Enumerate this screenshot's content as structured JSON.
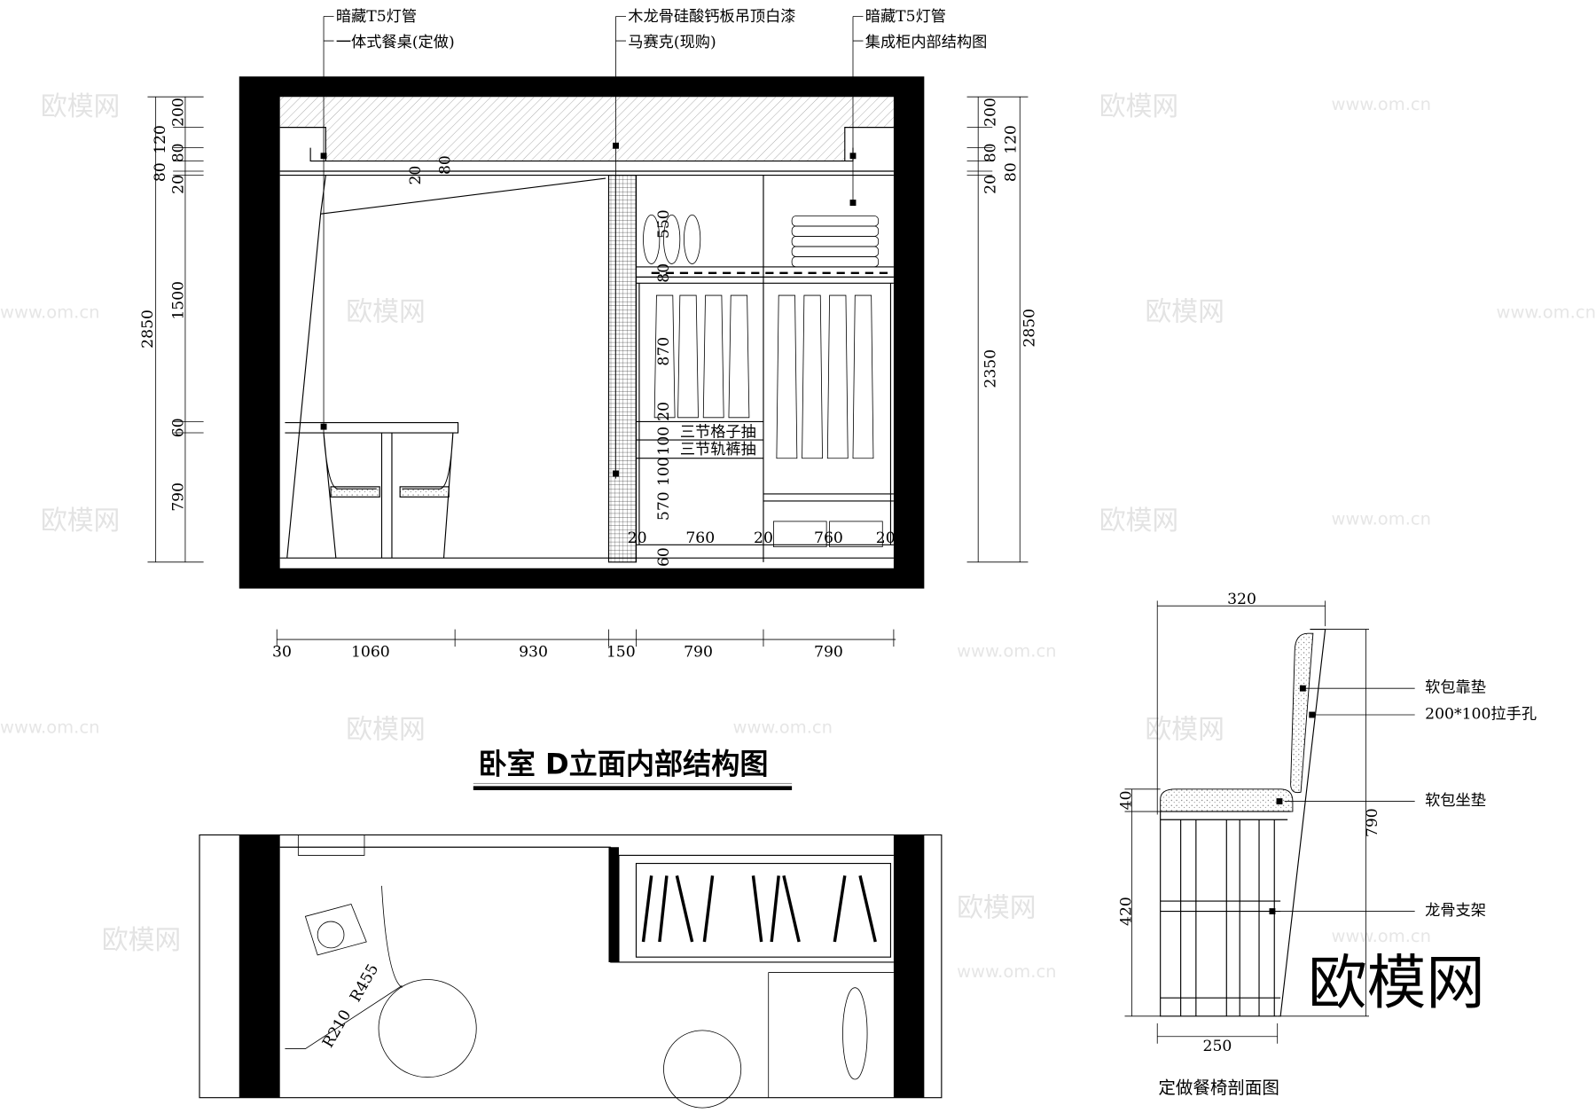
{
  "watermark": {
    "brand": "欧模网",
    "url": "www.om.cn"
  },
  "elevation": {
    "title": "卧室 D立面内部结构图",
    "callouts": {
      "left_1": "暗藏T5灯管",
      "left_2": "一体式餐桌(定做)",
      "mid_1": "木龙骨硅酸钙板吊顶白漆",
      "mid_2": "马赛克(现购)",
      "right_1": "暗藏T5灯管",
      "right_2": "集成柜内部结构图"
    },
    "drawer_labels": [
      "三节格子抽",
      "三节轨裤抽"
    ],
    "dims_left": {
      "total": "2850",
      "d200": "200",
      "d120": "120",
      "d80a": "80",
      "d80b": "80",
      "d20": "20",
      "d1500": "1500",
      "d60": "60",
      "d790": "790"
    },
    "dims_right": {
      "total": "2850",
      "d200": "200",
      "d120": "120",
      "d80a": "80",
      "d80b": "80",
      "d20": "20",
      "d2350": "2350"
    },
    "dims_bottom": [
      "30",
      "1060",
      "930",
      "150",
      "790",
      "790"
    ],
    "dims_interior": {
      "d20_ceiling": "20",
      "d80_ceiling": "80",
      "d550": "550",
      "d80_shelf": "80",
      "d870": "870",
      "d20": "20",
      "d100a": "100",
      "d100b": "100",
      "d570": "570",
      "d60": "60",
      "widths": [
        "20",
        "760",
        "20",
        "760",
        "20"
      ]
    }
  },
  "plan": {
    "r455": "R455",
    "r210": "R210"
  },
  "chair": {
    "caption": "定做餐椅剖面图",
    "labels": [
      "软包靠垫",
      "200*100拉手孔",
      "软包坐垫",
      "龙骨支架"
    ],
    "dims": {
      "top": "320",
      "bottom": "250",
      "height": "790",
      "seat": "40",
      "base": "420"
    }
  }
}
